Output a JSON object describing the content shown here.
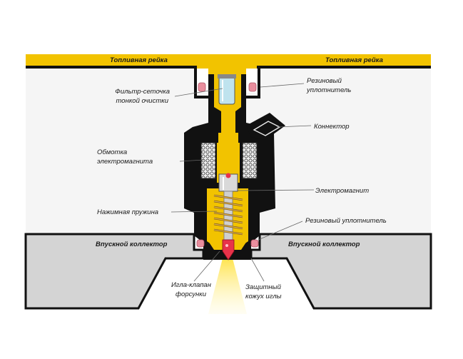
{
  "colors": {
    "fuel_yellow": "#f2c300",
    "body_black": "#111111",
    "rail_fill": "#f2f2f2",
    "manifold_grey": "#d4d4d4",
    "seal_pink": "#e98e9e",
    "valve_red": "#e8324a",
    "spray_yellow": "#ffe34d",
    "leader_line": "#666666"
  },
  "labels": {
    "rail_left": "Топливная рейка",
    "rail_right": "Топливная рейка",
    "filter_line1": "Фильтр-сеточка",
    "filter_line2": "тонкой очистки",
    "seal_top_line1": "Резиновый",
    "seal_top_line2": "уплотнитель",
    "connector": "Коннектор",
    "winding_line1": "Обмотка",
    "winding_line2": "электромагнита",
    "electromagnet": "Электромагнит",
    "spring": "Нажимная пружина",
    "seal_bottom": "Резиновый уплотнитель",
    "manifold_left": "Впускной коллектор",
    "manifold_right": "Впускной коллектор",
    "needle_line1": "Игла-клапан",
    "needle_line2": "форсунки",
    "shield_line1": "Защитный",
    "shield_line2": "кожух иглы"
  }
}
